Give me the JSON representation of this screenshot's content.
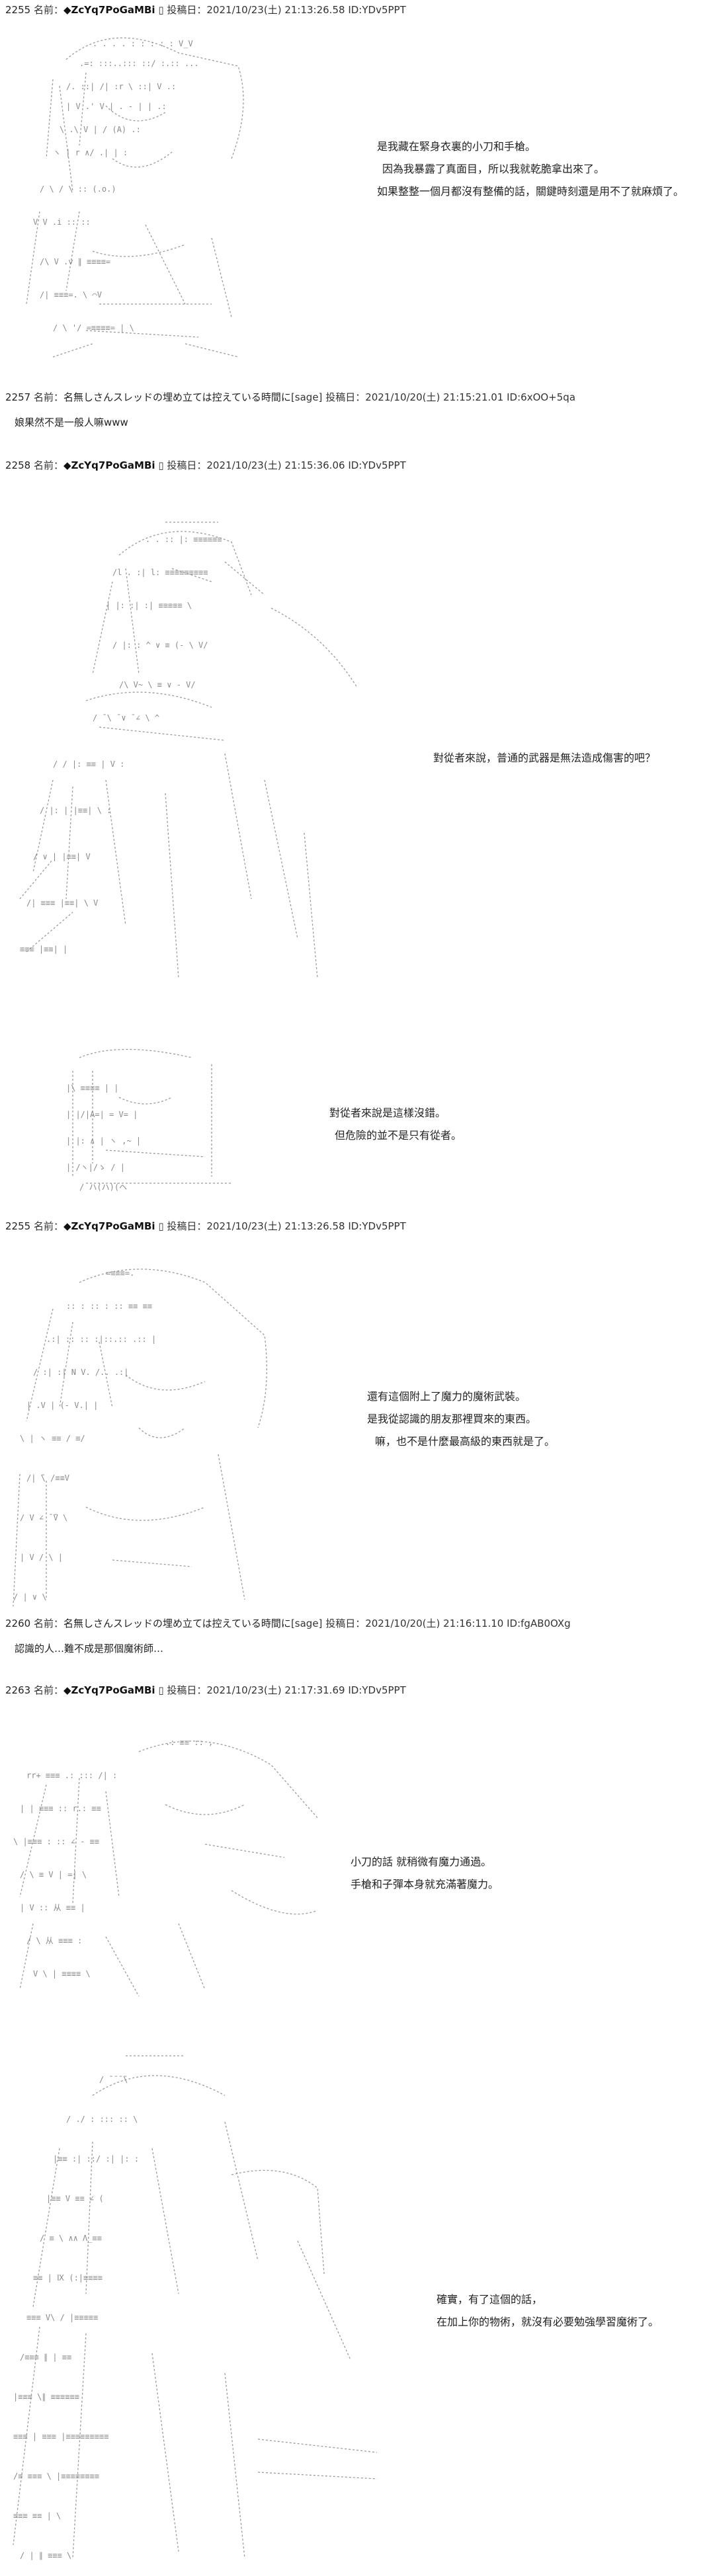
{
  "posts": [
    {
      "header": {
        "num": "2255",
        "name_label": "名前：",
        "trip": "◆ZcYq7PoGaMBi",
        "mail": "▯",
        "date": "投稿日：2021/10/23(土) 21:13:26.58",
        "id": "ID:YDv5PPT"
      },
      "lines": [
        "是我藏在緊身衣裏的小刀和手槍。",
        "因為我暴露了真面目，所以我就乾脆拿出來了。",
        "如果整整一個月都沒有整備的話，關鍵時刻還是用不了就麻煩了。"
      ]
    },
    {
      "header": {
        "num": "2257",
        "name_label": "名前：",
        "name": "名無しさんスレッドの埋め立ては控えている時間に",
        "mail": "[sage]",
        "date": "投稿日：2021/10/20(土) 21:15:21.01",
        "id": "ID:6xOO+5qa"
      },
      "body": "娘果然不是一般人嘛www"
    },
    {
      "header": {
        "num": "2258",
        "name_label": "名前：",
        "trip": "◆ZcYq7PoGaMBi",
        "mail": "▯",
        "date": "投稿日：2021/10/23(土) 21:15:36.06",
        "id": "ID:YDv5PPT"
      },
      "lines": [
        "對從者來說，普通的武器是無法造成傷害的吧？"
      ]
    },
    {
      "header": null,
      "lines": [
        "對從者來說是這樣沒錯。",
        "但危險的並不是只有從者。"
      ]
    },
    {
      "header": {
        "num": "2255",
        "name_label": "名前：",
        "trip": "◆ZcYq7PoGaMBi",
        "mail": "▯",
        "date": "投稿日：2021/10/23(土) 21:13:26.58",
        "id": "ID:YDv5PPT"
      },
      "lines": [
        "還有這個附上了魔力的魔術武裝。",
        "是我從認識的朋友那裡買來的東西。",
        "嘛，也不是什麼最高級的東西就是了。"
      ]
    },
    {
      "header": {
        "num": "2260",
        "name_label": "名前：",
        "name": "名無しさんスレッドの埋め立ては控えている時間に",
        "mail": "[sage]",
        "date": "投稿日：2021/10/20(土) 21:16:11.10",
        "id": "ID:fgAB0OXg"
      },
      "body": "認識的人…難不成是那個魔術師…"
    },
    {
      "header": {
        "num": "2263",
        "name_label": "名前：",
        "trip": "◆ZcYq7PoGaMBi",
        "mail": "▯",
        "date": "投稿日：2021/10/23(土) 21:17:31.69",
        "id": "ID:YDv5PPT"
      },
      "lines": [
        "小刀的話 就稍微有魔力通過。",
        "手槍和子彈本身就充滿著魔力。"
      ]
    },
    {
      "header": null,
      "lines": [
        "確實，有了這個的話，",
        "在加上你的物術，就沒有必要勉強學習魔術了。"
      ]
    }
  ]
}
